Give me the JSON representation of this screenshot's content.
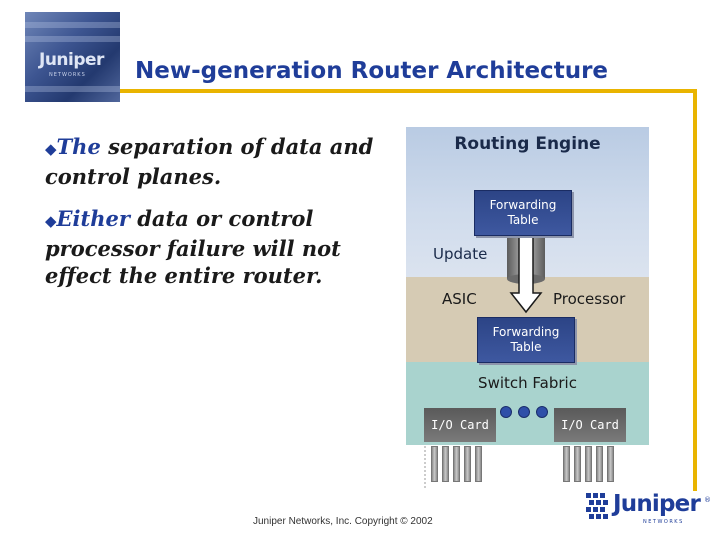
{
  "header": {
    "title": "New-generation Router Architecture",
    "photo_logo_text": "Juniper",
    "photo_logo_sub": "NETWORKS"
  },
  "bullets": [
    {
      "lead": "The",
      "text": " separation of data and control planes."
    },
    {
      "lead": "Either",
      "text": " data or control processor failure will not effect the entire router."
    }
  ],
  "diagram": {
    "routing_engine": "Routing Engine",
    "forwarding_table_top_line1": "Forwarding",
    "forwarding_table_top_line2": "Table",
    "update": "Update",
    "asic": "ASIC",
    "processor": "Processor",
    "forwarding_table_bottom_line1": "Forwarding",
    "forwarding_table_bottom_line2": "Table",
    "switch_fabric": "Switch Fabric",
    "io_card_left": "I/O Card",
    "io_card_right": "I/O Card"
  },
  "footer": {
    "copyright": "Juniper Networks, Inc. Copyright © 2002",
    "logo_word": "Juniper",
    "logo_sub": "NETWORKS",
    "logo_reg": "®"
  },
  "colors": {
    "title_blue": "#1f3d99",
    "rule_gold": "#e9b400",
    "routing_engine_bg": "#cfdbec",
    "asic_bg": "#d6cbb4",
    "switch_fabric_bg": "#a9d3ce"
  }
}
